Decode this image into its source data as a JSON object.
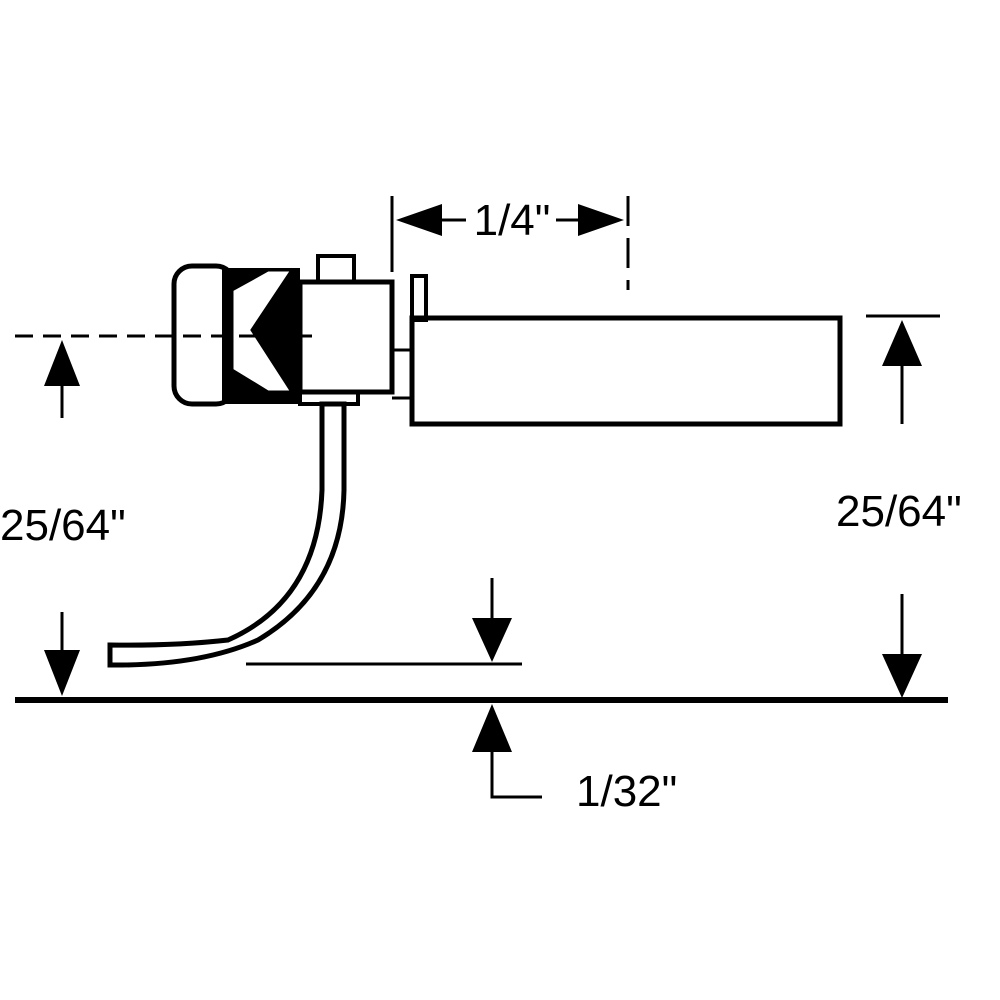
{
  "diagram": {
    "labels": {
      "width_top": "1/4\"",
      "height_left": "25/64\"",
      "height_right": "25/64\"",
      "gap_bottom": "1/32\""
    },
    "colors": {
      "line": "#000000",
      "background": "#ffffff"
    }
  }
}
